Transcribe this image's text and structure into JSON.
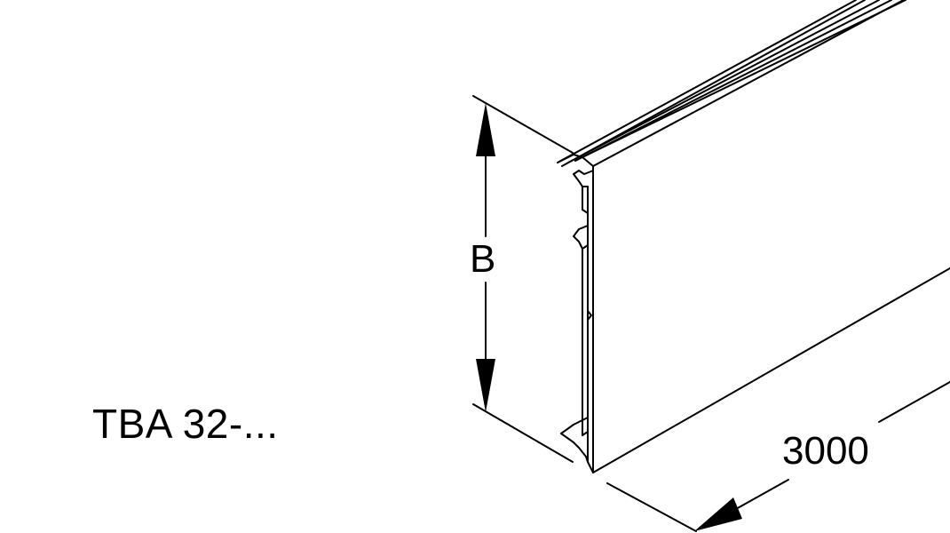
{
  "drawing": {
    "part_label": "TBA 32-...",
    "height_dimension": "B",
    "length_dimension": "3000",
    "colors": {
      "line": "#000000",
      "background": "#ffffff"
    }
  }
}
